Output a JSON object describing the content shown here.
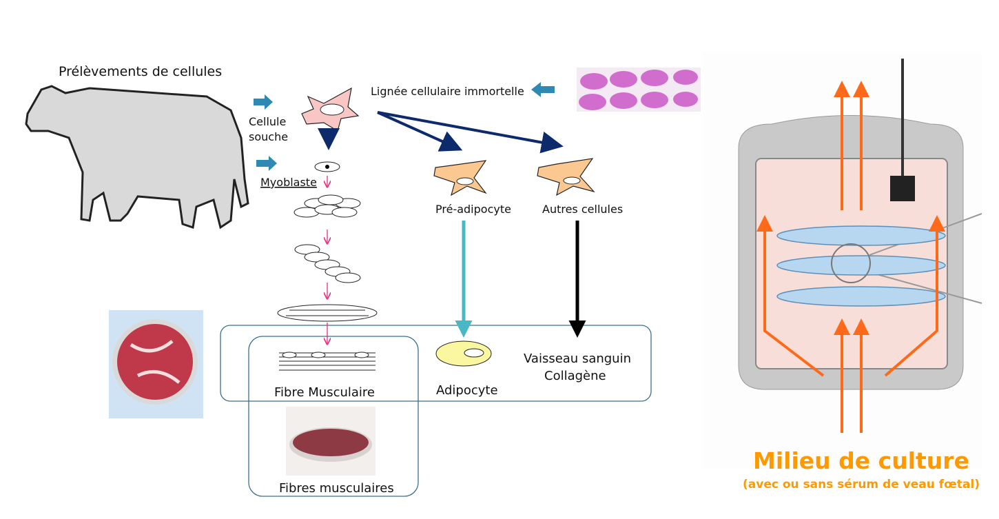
{
  "left": {
    "source_title": "Prélèvements de cellules",
    "stem_cell_label_1": "Cellule",
    "stem_cell_label_2": "souche",
    "myoblast_label": "Myoblaste",
    "immortal_line_label": "Lignée cellulaire immortelle",
    "pre_adipocyte_label": "Pré-adipocyte",
    "other_cells_label": "Autres cellules",
    "muscle_fiber_label": "Fibre Musculaire",
    "adipocyte_label": "Adipocyte",
    "vessel_label": "Vaisseau sanguin",
    "collagen_label": "Collagène",
    "muscle_fibers_label": "Fibres musculaires"
  },
  "bioreactor": {
    "title": "Milieu de culture",
    "subtitle": "(avec ou sans sérum de veau fœtal)"
  },
  "colors": {
    "source_arrow": "#2e8ab3",
    "lineage_arrow": "#0d2a6b",
    "differentiation_arrow": "#ee2a7b",
    "adipocyte_arrow": "#4ab8c4",
    "stem_cell": "#f9c6c6",
    "progenitor_cell": "#fbc891",
    "adipocyte": "#fbf7a1",
    "medium_orange": "#ff9900"
  }
}
